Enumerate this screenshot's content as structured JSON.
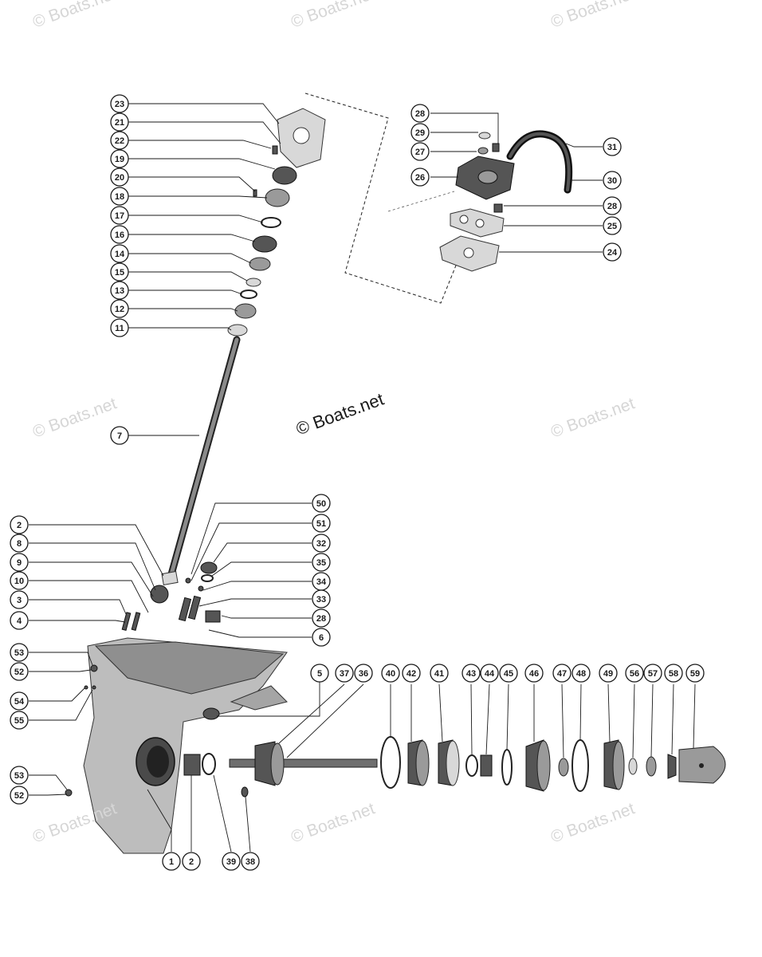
{
  "watermarks": {
    "main": "© Boats.net",
    "faint": "© Boats.net"
  },
  "callouts": [
    {
      "id": "23",
      "label": "23"
    },
    {
      "id": "21",
      "label": "21"
    },
    {
      "id": "22",
      "label": "22"
    },
    {
      "id": "19",
      "label": "19"
    },
    {
      "id": "20",
      "label": "20"
    },
    {
      "id": "18",
      "label": "18"
    },
    {
      "id": "17",
      "label": "17"
    },
    {
      "id": "16",
      "label": "16"
    },
    {
      "id": "14",
      "label": "14"
    },
    {
      "id": "15",
      "label": "15"
    },
    {
      "id": "13",
      "label": "13"
    },
    {
      "id": "12",
      "label": "12"
    },
    {
      "id": "11",
      "label": "11"
    },
    {
      "id": "7",
      "label": "7"
    },
    {
      "id": "28a",
      "label": "28"
    },
    {
      "id": "29",
      "label": "29"
    },
    {
      "id": "27",
      "label": "27"
    },
    {
      "id": "26",
      "label": "26"
    },
    {
      "id": "31",
      "label": "31"
    },
    {
      "id": "30",
      "label": "30"
    },
    {
      "id": "28b",
      "label": "28"
    },
    {
      "id": "25",
      "label": "25"
    },
    {
      "id": "24",
      "label": "24"
    },
    {
      "id": "2a",
      "label": "2"
    },
    {
      "id": "8",
      "label": "8"
    },
    {
      "id": "9",
      "label": "9"
    },
    {
      "id": "10",
      "label": "10"
    },
    {
      "id": "3",
      "label": "3"
    },
    {
      "id": "4",
      "label": "4"
    },
    {
      "id": "50",
      "label": "50"
    },
    {
      "id": "51",
      "label": "51"
    },
    {
      "id": "32",
      "label": "32"
    },
    {
      "id": "35",
      "label": "35"
    },
    {
      "id": "34",
      "label": "34"
    },
    {
      "id": "33",
      "label": "33"
    },
    {
      "id": "28c",
      "label": "28"
    },
    {
      "id": "6",
      "label": "6"
    },
    {
      "id": "53a",
      "label": "53"
    },
    {
      "id": "52a",
      "label": "52"
    },
    {
      "id": "54",
      "label": "54"
    },
    {
      "id": "55",
      "label": "55"
    },
    {
      "id": "53b",
      "label": "53"
    },
    {
      "id": "52b",
      "label": "52"
    },
    {
      "id": "5",
      "label": "5"
    },
    {
      "id": "37",
      "label": "37"
    },
    {
      "id": "36",
      "label": "36"
    },
    {
      "id": "40",
      "label": "40"
    },
    {
      "id": "42",
      "label": "42"
    },
    {
      "id": "41",
      "label": "41"
    },
    {
      "id": "43",
      "label": "43"
    },
    {
      "id": "44",
      "label": "44"
    },
    {
      "id": "45",
      "label": "45"
    },
    {
      "id": "46",
      "label": "46"
    },
    {
      "id": "47",
      "label": "47"
    },
    {
      "id": "48",
      "label": "48"
    },
    {
      "id": "49",
      "label": "49"
    },
    {
      "id": "56",
      "label": "56"
    },
    {
      "id": "57",
      "label": "57"
    },
    {
      "id": "58",
      "label": "58"
    },
    {
      "id": "59",
      "label": "59"
    },
    {
      "id": "1",
      "label": "1"
    },
    {
      "id": "2b",
      "label": "2"
    },
    {
      "id": "39",
      "label": "39"
    },
    {
      "id": "38",
      "label": "38"
    }
  ]
}
